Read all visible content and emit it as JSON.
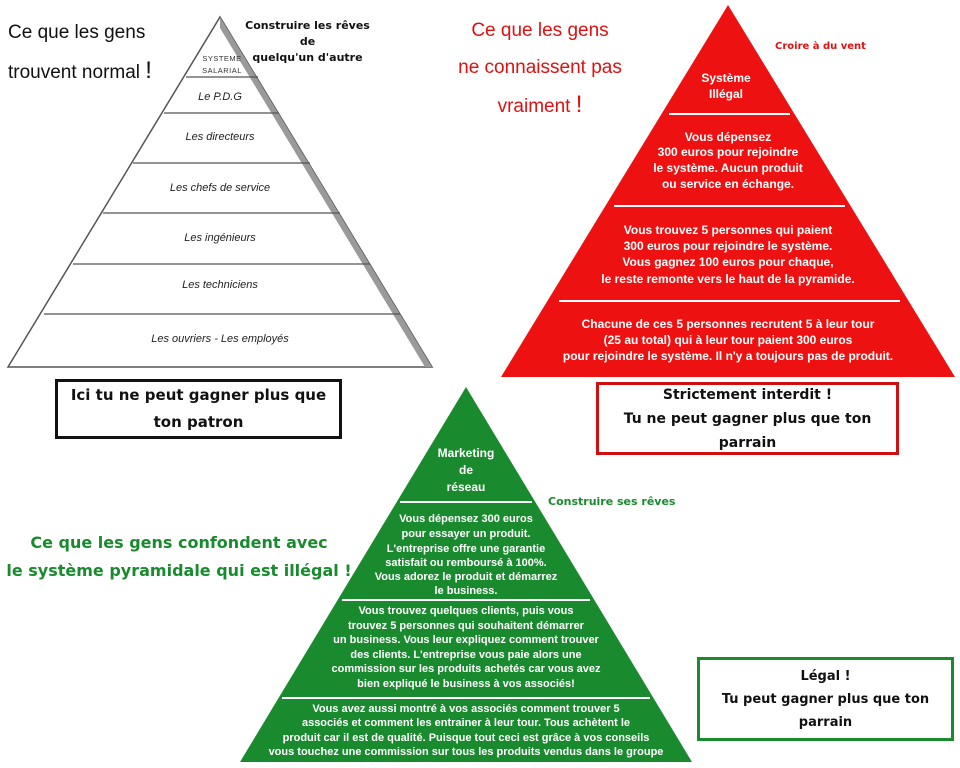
{
  "normal": {
    "caption": [
      "Ce que les gens",
      "trouvent normal"
    ],
    "caption_mark": "!",
    "note": [
      "Construire les rêves de",
      "quelqu'un d'autre"
    ],
    "levels": [
      "SYSTEME",
      "SALARIAL",
      "Le P.D.G",
      "Les directeurs",
      "Les chefs de service",
      "Les ingénieurs",
      "Les techniciens",
      "Les ouvriers - Les employés"
    ],
    "box": [
      "Ici tu ne peut gagner plus que",
      "ton patron"
    ],
    "color": "#d8d8d8"
  },
  "illegal": {
    "caption": [
      "Ce que les gens",
      "ne connaissent pas",
      "vraiment"
    ],
    "caption_mark": "!",
    "note": "Croire à du vent",
    "top": [
      "Système",
      "Illégal"
    ],
    "level1": [
      "Vous dépensez",
      "300 euros pour rejoindre",
      "le système. Aucun produit",
      "ou service en échange."
    ],
    "level2": [
      "Vous trouvez 5 personnes qui paient",
      "300 euros pour rejoindre le système.",
      "Vous gagnez 100 euros pour chaque,",
      "le reste remonte vers le haut de la pyramide."
    ],
    "level3": [
      "Chacune de ces 5 personnes recrutent 5 à leur tour",
      "(25 au total) qui à leur tour paient 300 euros",
      "pour rejoindre le système. Il n'y a toujours pas de produit."
    ],
    "box": [
      "Strictement interdit !",
      "Tu ne peut gagner plus que ton parrain"
    ],
    "color": "#ee1111"
  },
  "network": {
    "caption": [
      "Ce que les gens confondent avec",
      "le système pyramidale qui est illégal !"
    ],
    "note": "Construire ses rêves",
    "top": [
      "Marketing",
      "de",
      "réseau"
    ],
    "level1": [
      "Vous dépensez 300 euros",
      "pour essayer un produit.",
      "L'entreprise offre une garantie",
      "satisfait ou remboursé à 100%.",
      "Vous adorez le produit et démarrez",
      "le business."
    ],
    "level2": [
      "Vous trouvez quelques clients, puis vous",
      "trouvez 5 personnes qui souhaitent démarrer",
      "un business. Vous leur expliquez comment trouver",
      "des clients. L'entreprise vous paie alors une",
      "commission sur les produits achetés car vous avez",
      "bien expliqué le business à vos associés!"
    ],
    "level3": [
      "Vous avez aussi montré à vos associés comment trouver 5",
      "associés et comment les entrainer à leur tour. Tous achètent le",
      "produit car il est de qualité. Puisque tout ceci est grâce à vos conseils",
      "vous touchez une commission sur tous les produits vendus dans le groupe"
    ],
    "box": [
      "Légal !",
      "Tu peut gagner plus que ton parrain"
    ],
    "color": "#1a8a2e"
  }
}
